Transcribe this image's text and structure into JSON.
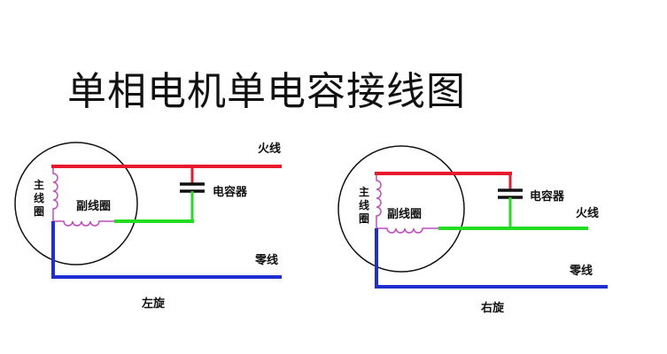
{
  "title": "单相电机单电容接线图",
  "colors": {
    "live": "#e8192c",
    "neutral": "#1f2fcf",
    "aux": "#22dd22",
    "coil": "#c24dc2",
    "capacitor": "#111111"
  },
  "left_diagram": {
    "label": "左旋",
    "main_coil": [
      "主",
      "线",
      "圈"
    ],
    "aux_coil": "副线圈",
    "capacitor": "电容器",
    "live": "火线",
    "neutral": "零线"
  },
  "right_diagram": {
    "label": "右旋",
    "main_coil": [
      "主",
      "线",
      "圈"
    ],
    "aux_coil": "副线圈",
    "capacitor": "电容器",
    "live": "火线",
    "neutral": "零线"
  }
}
